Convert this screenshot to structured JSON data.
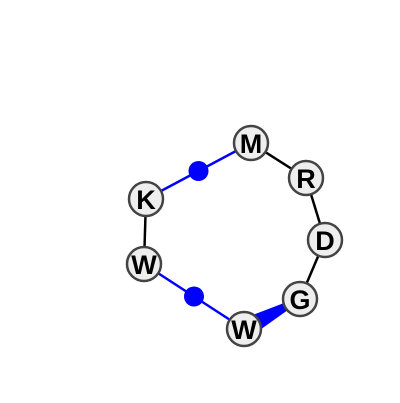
{
  "nodes": [
    {
      "id": "M",
      "label": "M"
    },
    {
      "id": "R",
      "label": "R"
    },
    {
      "id": "D",
      "label": "D"
    },
    {
      "id": "G",
      "label": "G"
    },
    {
      "id": "W1",
      "label": "W"
    },
    {
      "id": "W2",
      "label": "W"
    },
    {
      "id": "K",
      "label": "K"
    }
  ],
  "edges": [
    {
      "from": "M",
      "to": "R",
      "color": "#000000",
      "style": "plain"
    },
    {
      "from": "R",
      "to": "D",
      "color": "#000000",
      "style": "plain"
    },
    {
      "from": "D",
      "to": "G",
      "color": "#000000",
      "style": "plain"
    },
    {
      "from": "G",
      "to": "W1",
      "color": "#0000ff",
      "style": "wedge"
    },
    {
      "from": "W1",
      "to": "W2",
      "color": "#0000ff",
      "style": "dot"
    },
    {
      "from": "W2",
      "to": "K",
      "color": "#000000",
      "style": "plain"
    },
    {
      "from": "K",
      "to": "M",
      "color": "#0000ff",
      "style": "dot"
    }
  ],
  "colors": {
    "node_fill": "#eeeeee",
    "node_stroke": "#444444",
    "link_blue": "#0000ff"
  }
}
